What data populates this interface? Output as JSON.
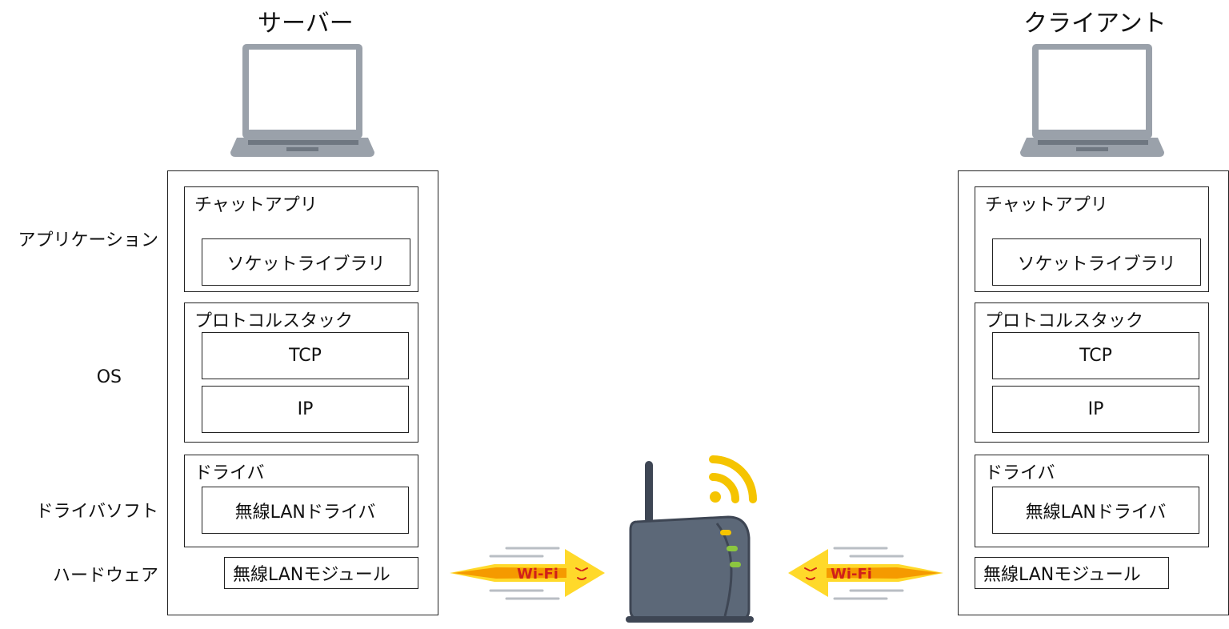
{
  "colors": {
    "laptop_body": "#9aa1aa",
    "laptop_dark": "#6f7781",
    "router_body": "#5c6878",
    "wifi_yellow": "#f5c400",
    "arrow_yellow": "#ffd92a",
    "arrow_orange": "#f59a00",
    "wifi_text": "#d0201a"
  },
  "titles": {
    "server": "サーバー",
    "client": "クライアント"
  },
  "layer_labels": {
    "application": "アプリケーション",
    "os": "OS",
    "driver_software": "ドライバソフト",
    "hardware": "ハードウェア"
  },
  "server": {
    "chat_app": "チャットアプリ",
    "socket_library": "ソケットライブラリ",
    "protocol_stack": "プロトコルスタック",
    "tcp": "TCP",
    "ip": "IP",
    "driver": "ドライバ",
    "wlan_driver": "無線LANドライバ",
    "wlan_module": "無線LANモジュール"
  },
  "client": {
    "chat_app": "チャットアプリ",
    "socket_library": "ソケットライブラリ",
    "protocol_stack": "プロトコルスタック",
    "tcp": "TCP",
    "ip": "IP",
    "driver": "ドライバ",
    "wlan_driver": "無線LANドライバ",
    "wlan_module": "無線LANモジュール"
  },
  "signals": {
    "left_label": "Wi-Fi",
    "right_label": "Wi-Fi"
  },
  "icons": {
    "server_laptop": "laptop-icon",
    "client_laptop": "laptop-icon",
    "router": "wifi-router-icon",
    "wifi_signal": "wifi-signal-icon"
  }
}
